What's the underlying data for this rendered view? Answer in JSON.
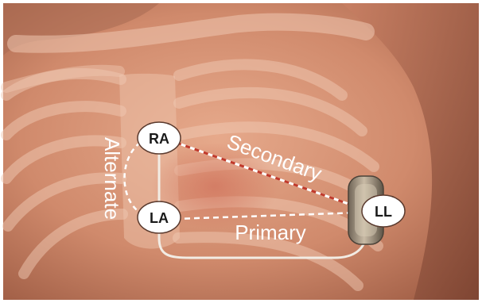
{
  "leads": {
    "ra": "RA",
    "la": "LA",
    "ll": "LL"
  },
  "vectors": {
    "secondary": "Secondary",
    "primary": "Primary",
    "alternate": "Alternate"
  },
  "colors": {
    "skin": "#d9967a",
    "skin_shadow": "#b06a4f",
    "bone": "#e7b9a1",
    "lead_circle": "#ffffff",
    "lead_text": "#1a1a1a",
    "vector_line": "#ffffff",
    "secondary_accent": "#c0392b",
    "device": "#9c8a74"
  }
}
